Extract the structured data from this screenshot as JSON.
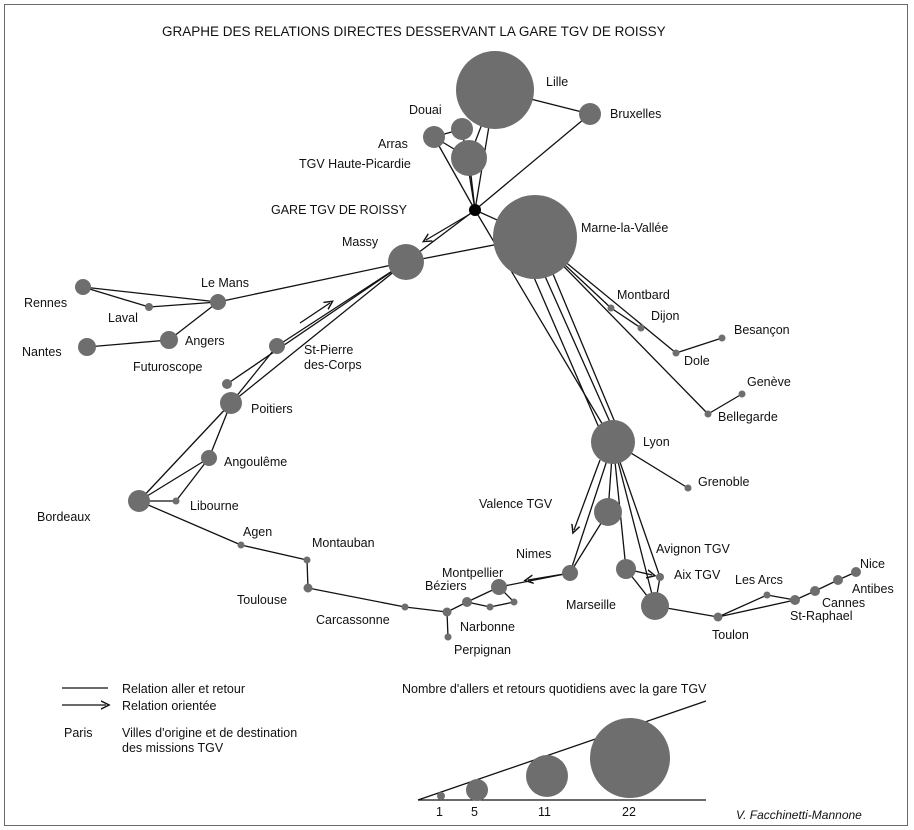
{
  "title": "GRAPHE DES RELATIONS DIRECTES DESSERVANT LA GARE TGV DE ROISSY",
  "hub_label": "GARE TGV DE ROISSY",
  "colors": {
    "node": "#6e6e6e",
    "edge": "#111111",
    "hub": "#000000"
  },
  "cities": {
    "lille": "Lille",
    "douai": "Douai",
    "bruxelles": "Bruxelles",
    "arras": "Arras",
    "haute_picardie": "TGV Haute-Picardie",
    "marne": "Marne-la-Vallée",
    "massy": "Massy",
    "le_mans": "Le Mans",
    "rennes": "Rennes",
    "laval": "Laval",
    "nantes": "Nantes",
    "angers": "Angers",
    "futuroscope": "Futuroscope",
    "st_pierre_1": "St-Pierre",
    "st_pierre_2": "des-Corps",
    "poitiers": "Poitiers",
    "angouleme": "Angoulême",
    "bordeaux": "Bordeaux",
    "libourne": "Libourne",
    "agen": "Agen",
    "montauban": "Montauban",
    "toulouse": "Toulouse",
    "carcassonne": "Carcassonne",
    "beziers": "Béziers",
    "montpellier": "Montpellier",
    "narbonne": "Narbonne",
    "perpignan": "Perpignan",
    "nimes": "Nimes",
    "valence": "Valence TGV",
    "lyon": "Lyon",
    "grenoble": "Grenoble",
    "montbard": "Montbard",
    "dijon": "Dijon",
    "besancon": "Besançon",
    "dole": "Dole",
    "geneve": "Genève",
    "bellegarde": "Bellegarde",
    "avignon": "Avignon TGV",
    "aix": "Aix TGV",
    "marseille": "Marseille",
    "toulon": "Toulon",
    "les_arcs": "Les Arcs",
    "st_raphael": "St-Raphael",
    "cannes": "Cannes",
    "antibes": "Antibes",
    "nice": "Nice"
  },
  "legend": {
    "line_label": "Relation aller et retour",
    "arrow_label": "Relation orientée",
    "paris_example": "Paris",
    "cities_label_1": "Villes d'origine et de destination",
    "cities_label_2": "des missions TGV",
    "size_title": "Nombre d'allers et retours quotidiens avec la gare TGV",
    "size_values": [
      "1",
      "5",
      "11",
      "22"
    ]
  },
  "credit": "V. Facchinetti-Mannone"
}
